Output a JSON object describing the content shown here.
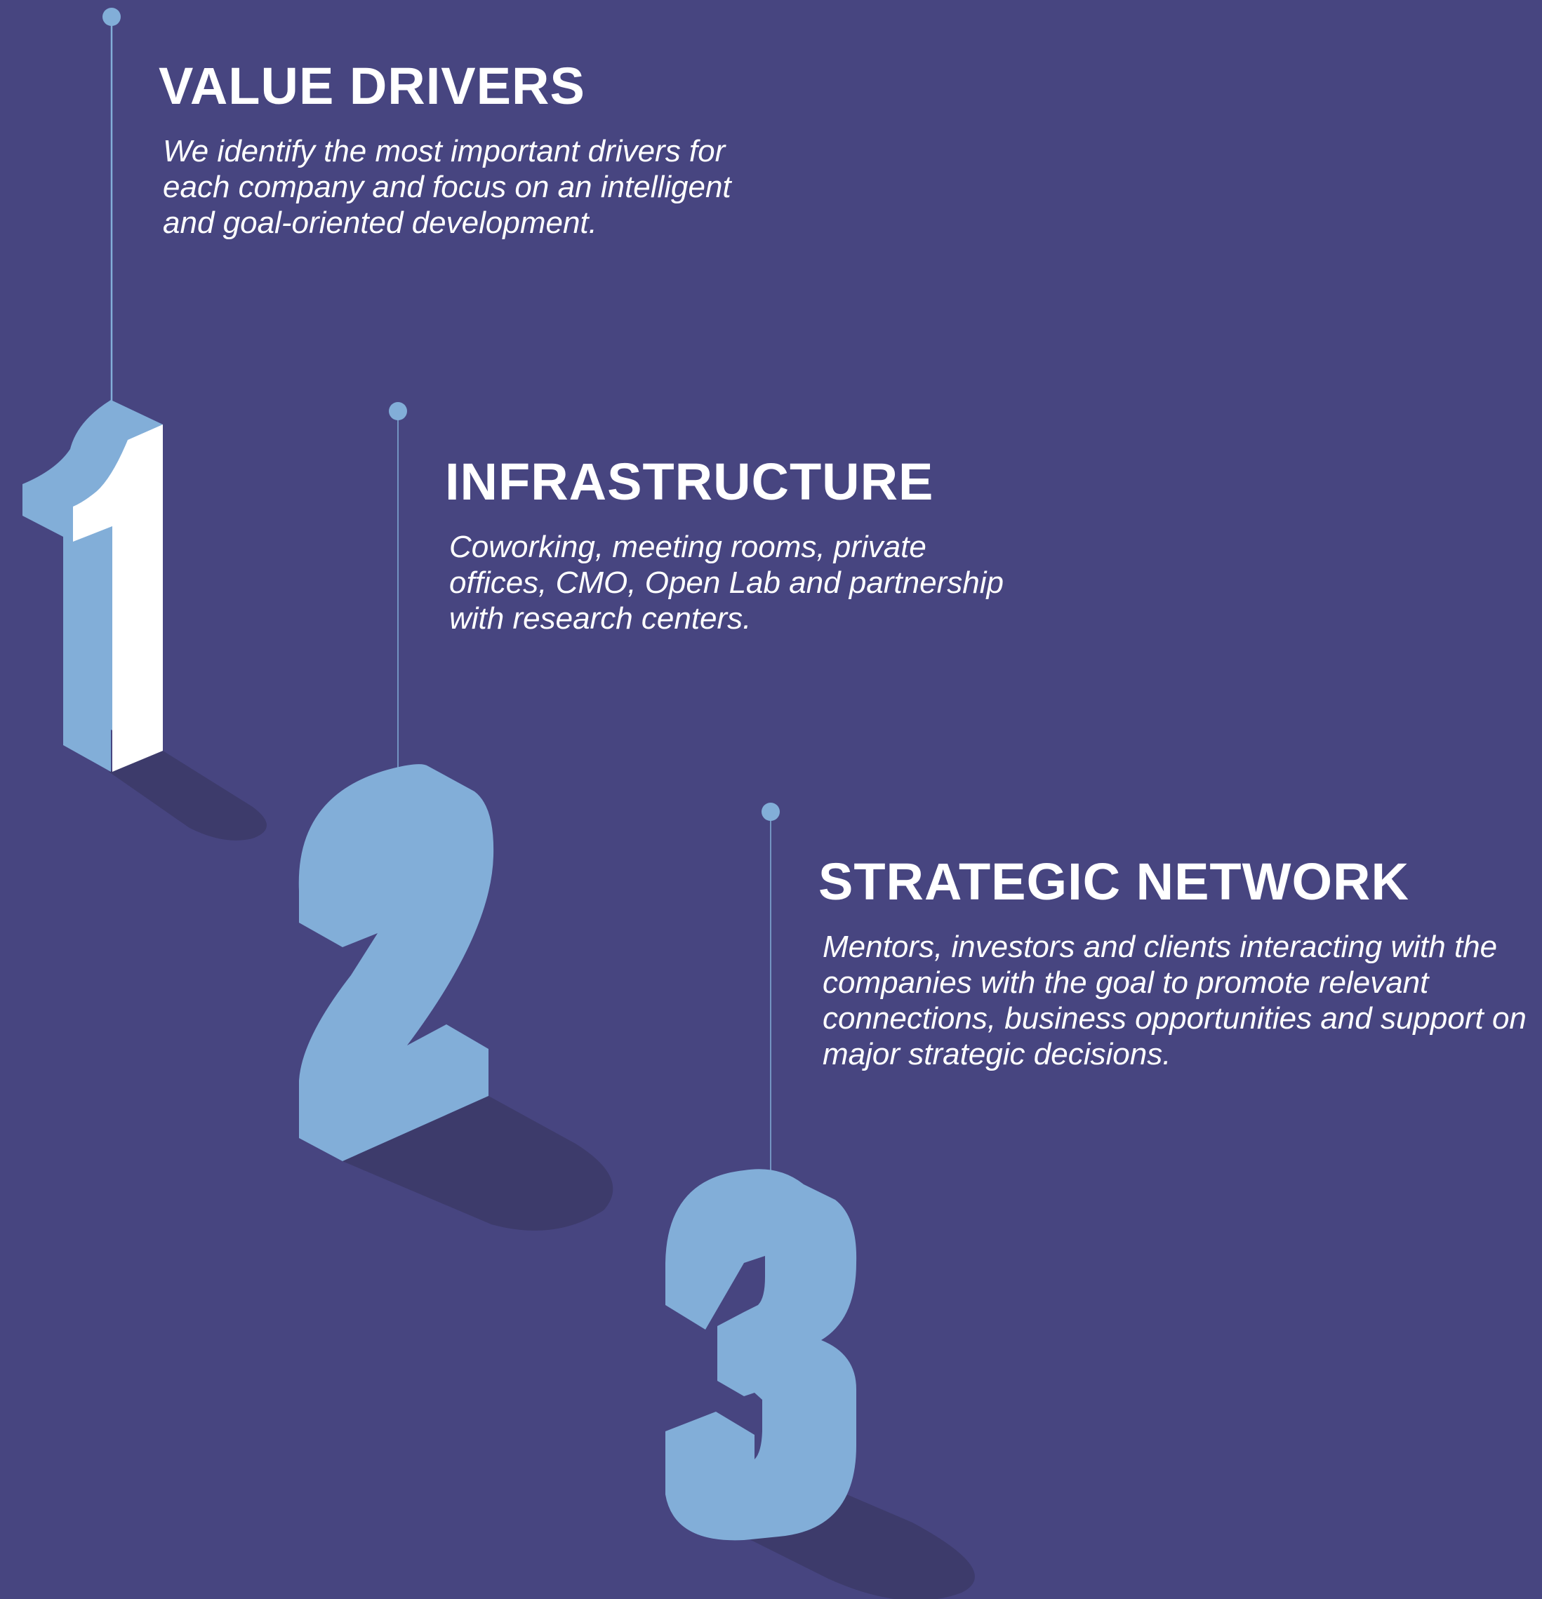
{
  "colors": {
    "background": "#474580",
    "accent": "#82aed8",
    "numeral_face": "#ffffff",
    "shadow": "#3d3b6b",
    "text": "#ffffff"
  },
  "steps": [
    {
      "numeral": "1",
      "title": "VALUE DRIVERS",
      "description": "We identify the most important drivers for each company and focus on an intelligent and goal-oriented development."
    },
    {
      "numeral": "2",
      "title": "INFRASTRUCTURE",
      "description": "Coworking, meeting rooms, private offices, CMO, Open Lab and partnership with research centers."
    },
    {
      "numeral": "3",
      "title": "STRATEGIC NETWORK",
      "description": "Mentors, investors and clients interacting with the companies with the goal to promote relevant connections, business opportunities and support on major strategic decisions."
    }
  ]
}
